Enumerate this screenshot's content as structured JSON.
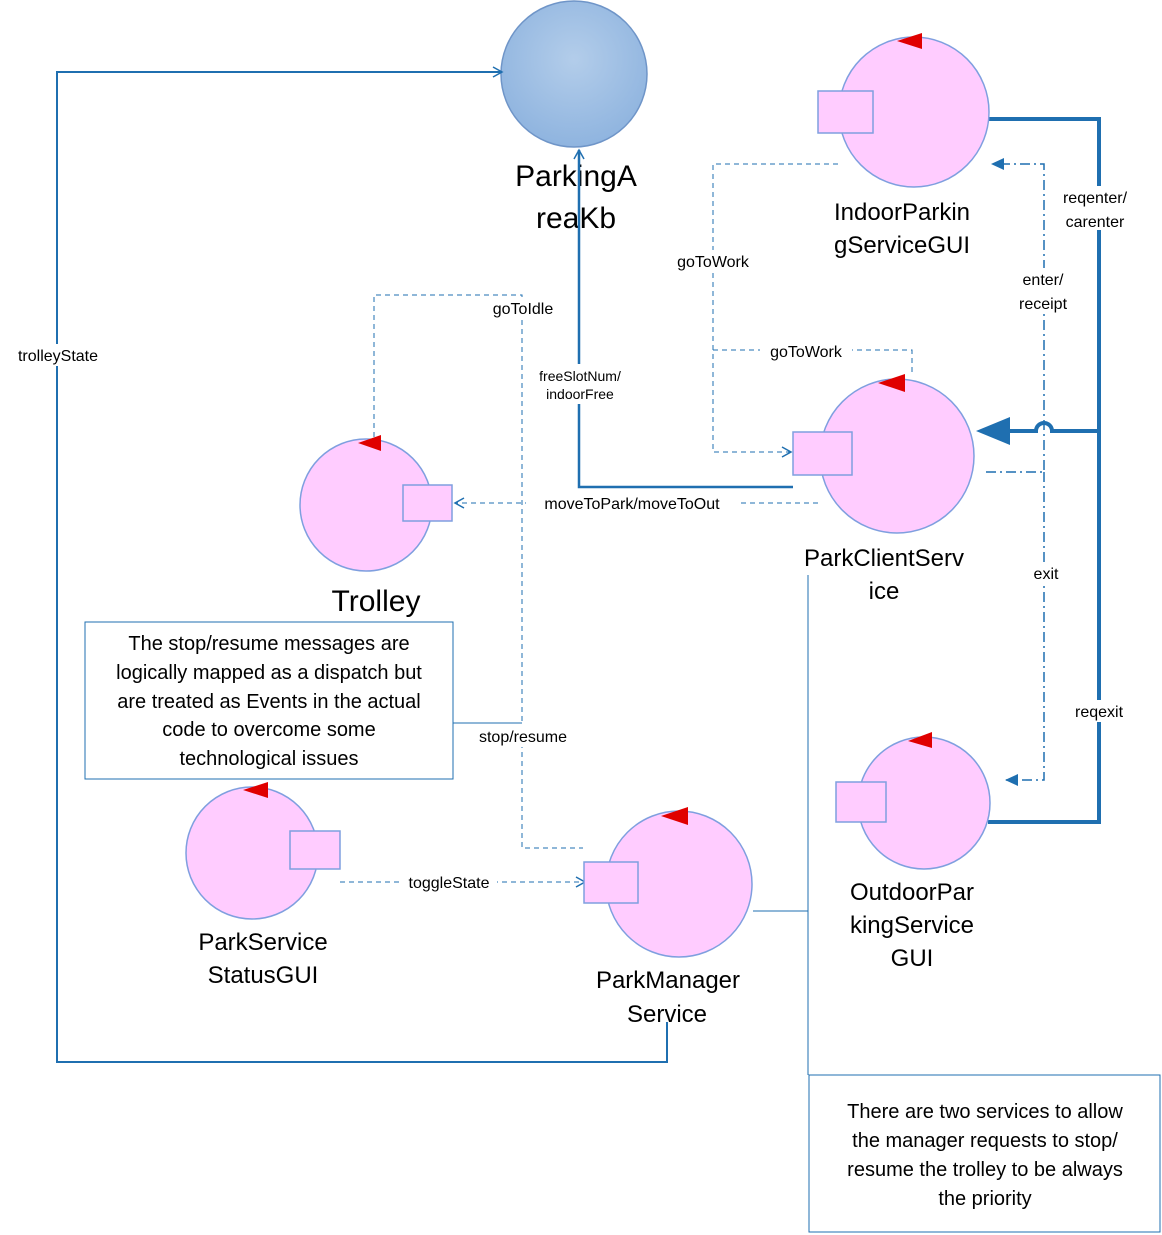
{
  "knowledge_base": {
    "label_lines": [
      "ParkingA",
      "reaKb"
    ]
  },
  "actors": {
    "trolley": {
      "label_lines": [
        "Trolley"
      ]
    },
    "indoor_gui": {
      "label_lines": [
        "IndoorParkin",
        "gServiceGUI"
      ]
    },
    "client_service": {
      "label_lines": [
        "ParkClientServ",
        "ice"
      ]
    },
    "outdoor_gui": {
      "label_lines": [
        "OutdoorPar",
        "kingService",
        "GUI"
      ]
    },
    "status_gui": {
      "label_lines": [
        "ParkService",
        "StatusGUI"
      ]
    },
    "manager_service": {
      "label_lines": [
        "ParkManager",
        "Service"
      ]
    }
  },
  "messages": {
    "trolley_state": "trolleyState",
    "go_to_idle": "goToIdle",
    "go_to_work_1": "goToWork",
    "go_to_work_2": "goToWork",
    "free_slot": [
      "freeSlotNum/",
      "indoorFree"
    ],
    "move": "moveToPark/moveToOut",
    "reqenter": [
      "reqenter/",
      "carenter"
    ],
    "enter": [
      "enter/",
      "receipt"
    ],
    "exit": "exit",
    "reqexit": "reqexit",
    "stop_resume": "stop/resume",
    "toggle_state": "toggleState"
  },
  "notes": {
    "stop_resume_note": [
      "The stop/resume messages are",
      "logically mapped as a dispatch but",
      "are treated as Events in the actual",
      "code to overcome some",
      "technological issues"
    ],
    "priority_note": [
      "There are two services to allow",
      "the manager requests to stop/",
      "resume the trolley to be always",
      "the priority"
    ]
  },
  "colors": {
    "actor_fill": "#ffccff",
    "actor_stroke": "#7f9fdf",
    "kb_fill": "#9cbde3",
    "flow": "#1f6fb0",
    "flag": "#e00000"
  }
}
